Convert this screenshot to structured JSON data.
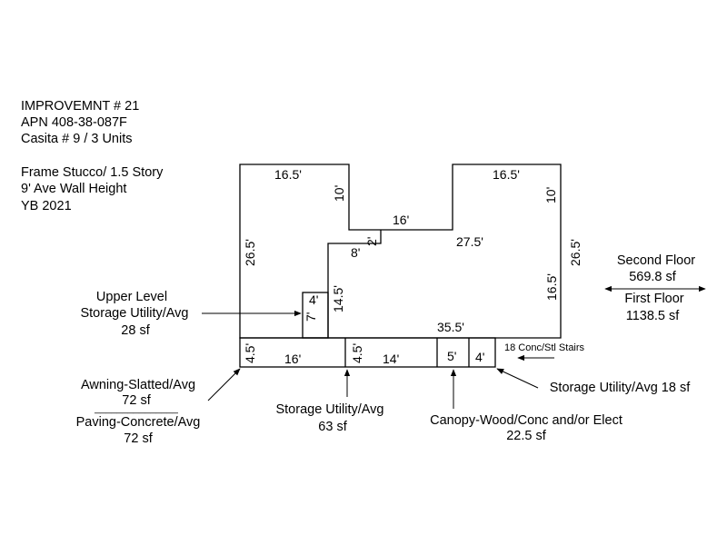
{
  "header": {
    "line1": "IMPROVEMNT # 21",
    "line2": "APN 408-38-087F",
    "line3": "Casita # 9 / 3 Units",
    "line4": "Frame Stucco/ 1.5 Story",
    "line5": "9' Ave Wall Height",
    "line6": "YB 2021"
  },
  "dimensions": {
    "top_left_width": "16.5'",
    "top_left_height": "10'",
    "top_right_width": "16.5'",
    "top_right_height": "10'",
    "notch_width": "16'",
    "notch_step": "2'",
    "upper_right_span": "27.5'",
    "left_height": "26.5'",
    "right_height": "26.5'",
    "inner_width": "8'",
    "inner_height": "14.5'",
    "right_inner_height": "16.5'",
    "storage_small_width": "4'",
    "storage_small_height": "7'",
    "bottom_span": "35.5'",
    "strip_height_a": "4.5'",
    "strip_width_a": "16'",
    "strip_height_b": "4.5'",
    "strip_width_b": "14'",
    "canopy_width": "5'",
    "storage_right_width": "4'"
  },
  "labels": {
    "upper_storage_l1": "Upper Level",
    "upper_storage_l2": "Storage Utility/Avg",
    "upper_storage_l3": "28 sf",
    "awning_l1": "Awning-Slatted/Avg",
    "awning_l2": "72 sf",
    "awning_sep": "_______________",
    "paving_l1": "Paving-Concrete/Avg",
    "paving_l2": "72 sf",
    "storage_mid_l1": "Storage Utility/Avg",
    "storage_mid_l2": "63 sf",
    "canopy_l1": "Canopy-Wood/Conc and/or Elect",
    "canopy_l2": "22.5 sf",
    "storage_right": "Storage Utility/Avg  18 sf",
    "stairs": "18 Conc/Stl Stairs",
    "second_floor_l1": "Second Floor",
    "second_floor_l2": "569.8 sf",
    "first_floor_l1": "First Floor",
    "first_floor_l2": "1138.5 sf"
  }
}
